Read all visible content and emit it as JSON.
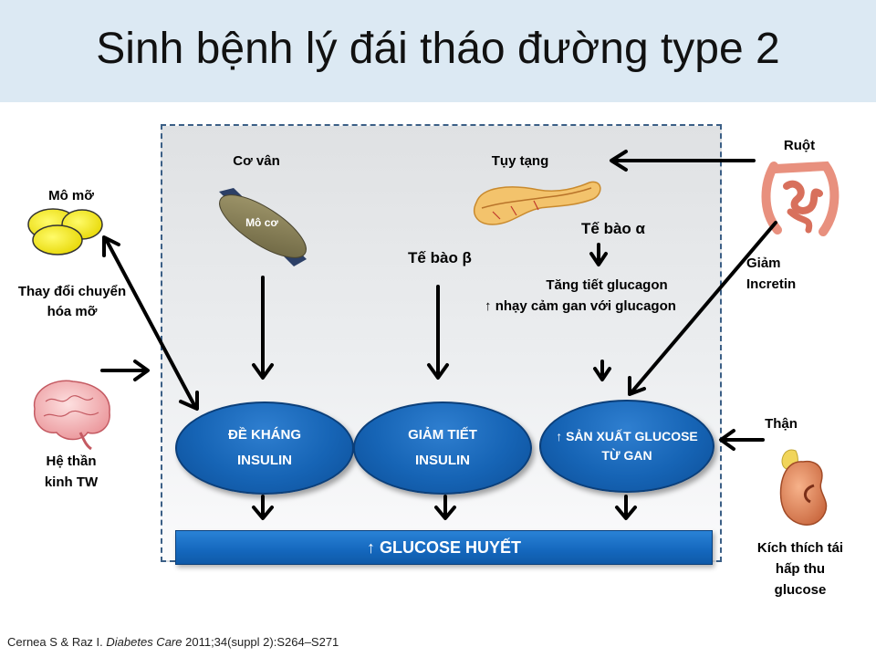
{
  "title": "Sinh bệnh lý đái tháo đường type 2",
  "labels": {
    "co_van": "Cơ vân",
    "mo_co": "Mô cơ",
    "tuy_tang": "Tụy tạng",
    "te_bao_alpha": "Tế bào α",
    "te_bao_beta": "Tế bào β",
    "tang_tiet_glucagon": "Tăng tiết glucagon",
    "nhay_cam_gan": "↑ nhạy cảm gan với glucagon",
    "ruot": "Ruột",
    "giam_incretin_1": "Giảm",
    "giam_incretin_2": "Incretin",
    "mo_mo": "Mô mỡ",
    "thay_doi_1": "Thay đổi chuyển",
    "thay_doi_2": "hóa mỡ",
    "he_than_kinh_1": "Hệ thần",
    "he_than_kinh_2": "kinh TW",
    "than": "Thận",
    "kich_thich_1": "Kích thích tái",
    "kich_thich_2": "hấp thu",
    "kich_thich_3": "glucose"
  },
  "ellipses": {
    "de_khang_1": "ĐỀ KHÁNG",
    "de_khang_2": "INSULIN",
    "giam_tiet_1": "GIẢM TIẾT",
    "giam_tiet_2": "INSULIN",
    "san_xuat_1": "↑ SẢN XUẤT GLUCOSE",
    "san_xuat_2": "TỪ GAN"
  },
  "glucose_bar": "↑ GLUCOSE HUYẾT",
  "citation": {
    "authors": "Cernea S & Raz I. ",
    "journal": "Diabetes Care",
    "details": " 2011;34(suppl 2):S264–S271"
  },
  "colors": {
    "title_bg": "#dce9f3",
    "ellipse_blue": "#1664b5",
    "panel_border": "#3b5f86"
  },
  "icons": [
    "fat-cells-icon",
    "muscle-icon",
    "pancreas-icon",
    "intestine-icon",
    "brain-icon",
    "kidney-icon"
  ]
}
